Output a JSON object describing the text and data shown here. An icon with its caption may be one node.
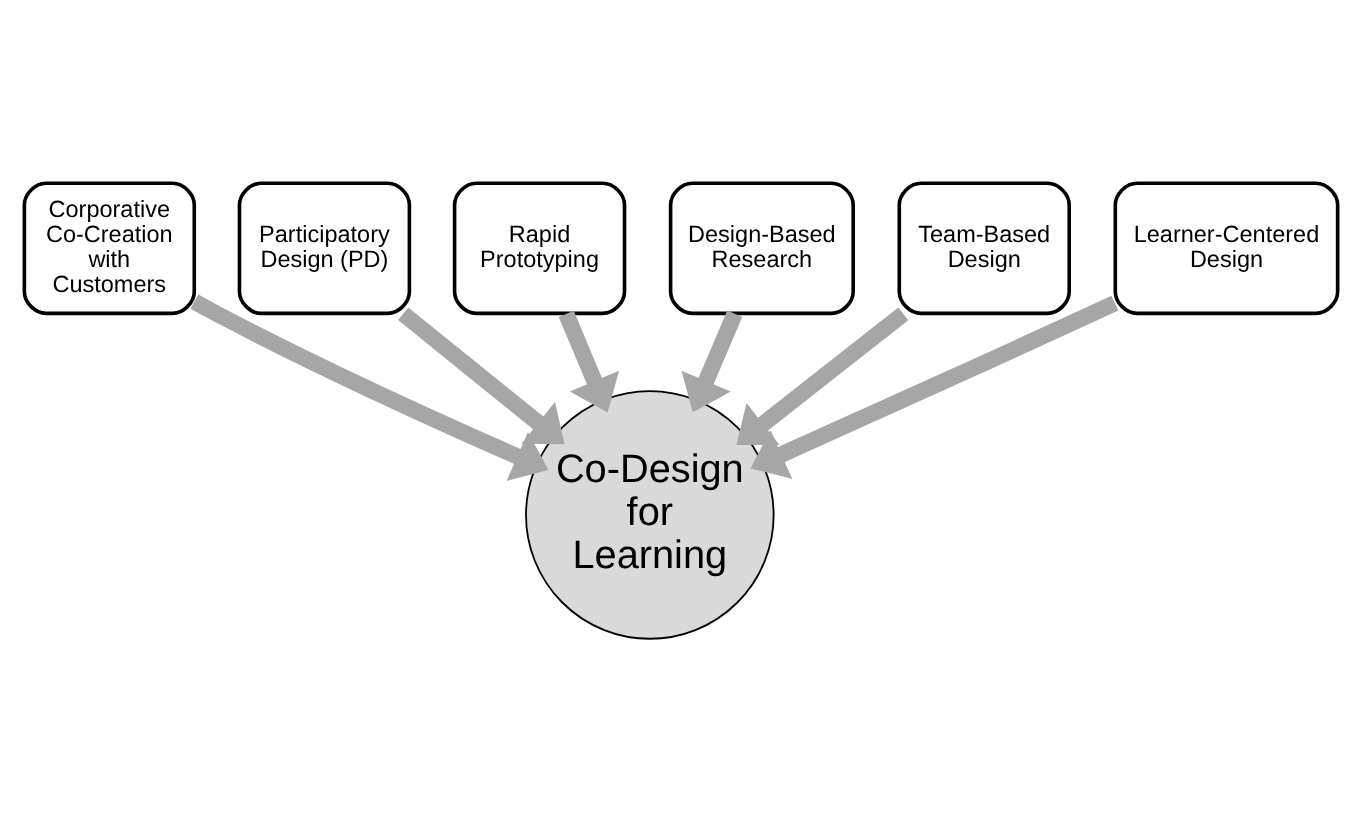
{
  "diagram": {
    "nodes": [
      {
        "text": [
          "Corporative Co-Creation with Customers"
        ]
      },
      {
        "text": [
          "Participatory Design (PD)"
        ]
      },
      {
        "text": [
          "Rapid Prototyping"
        ]
      },
      {
        "text": [
          "Design-Based Research"
        ]
      },
      {
        "text": [
          "Team-Based Design"
        ]
      },
      {
        "text": [
          "Learner-Centered Design"
        ]
      },
      {
        "text": [
          "Co-Design for Learning"
        ]
      }
    ],
    "edges": [
      {
        "from": 0,
        "to": 6,
        "arrow": "to"
      },
      {
        "from": 1,
        "to": 6,
        "arrow": "to"
      },
      {
        "from": 2,
        "to": 6,
        "arrow": "to"
      },
      {
        "from": 3,
        "to": 6,
        "arrow": "to"
      },
      {
        "from": 4,
        "to": 6,
        "arrow": "to"
      },
      {
        "from": 5,
        "to": 6,
        "arrow": "to"
      }
    ]
  }
}
